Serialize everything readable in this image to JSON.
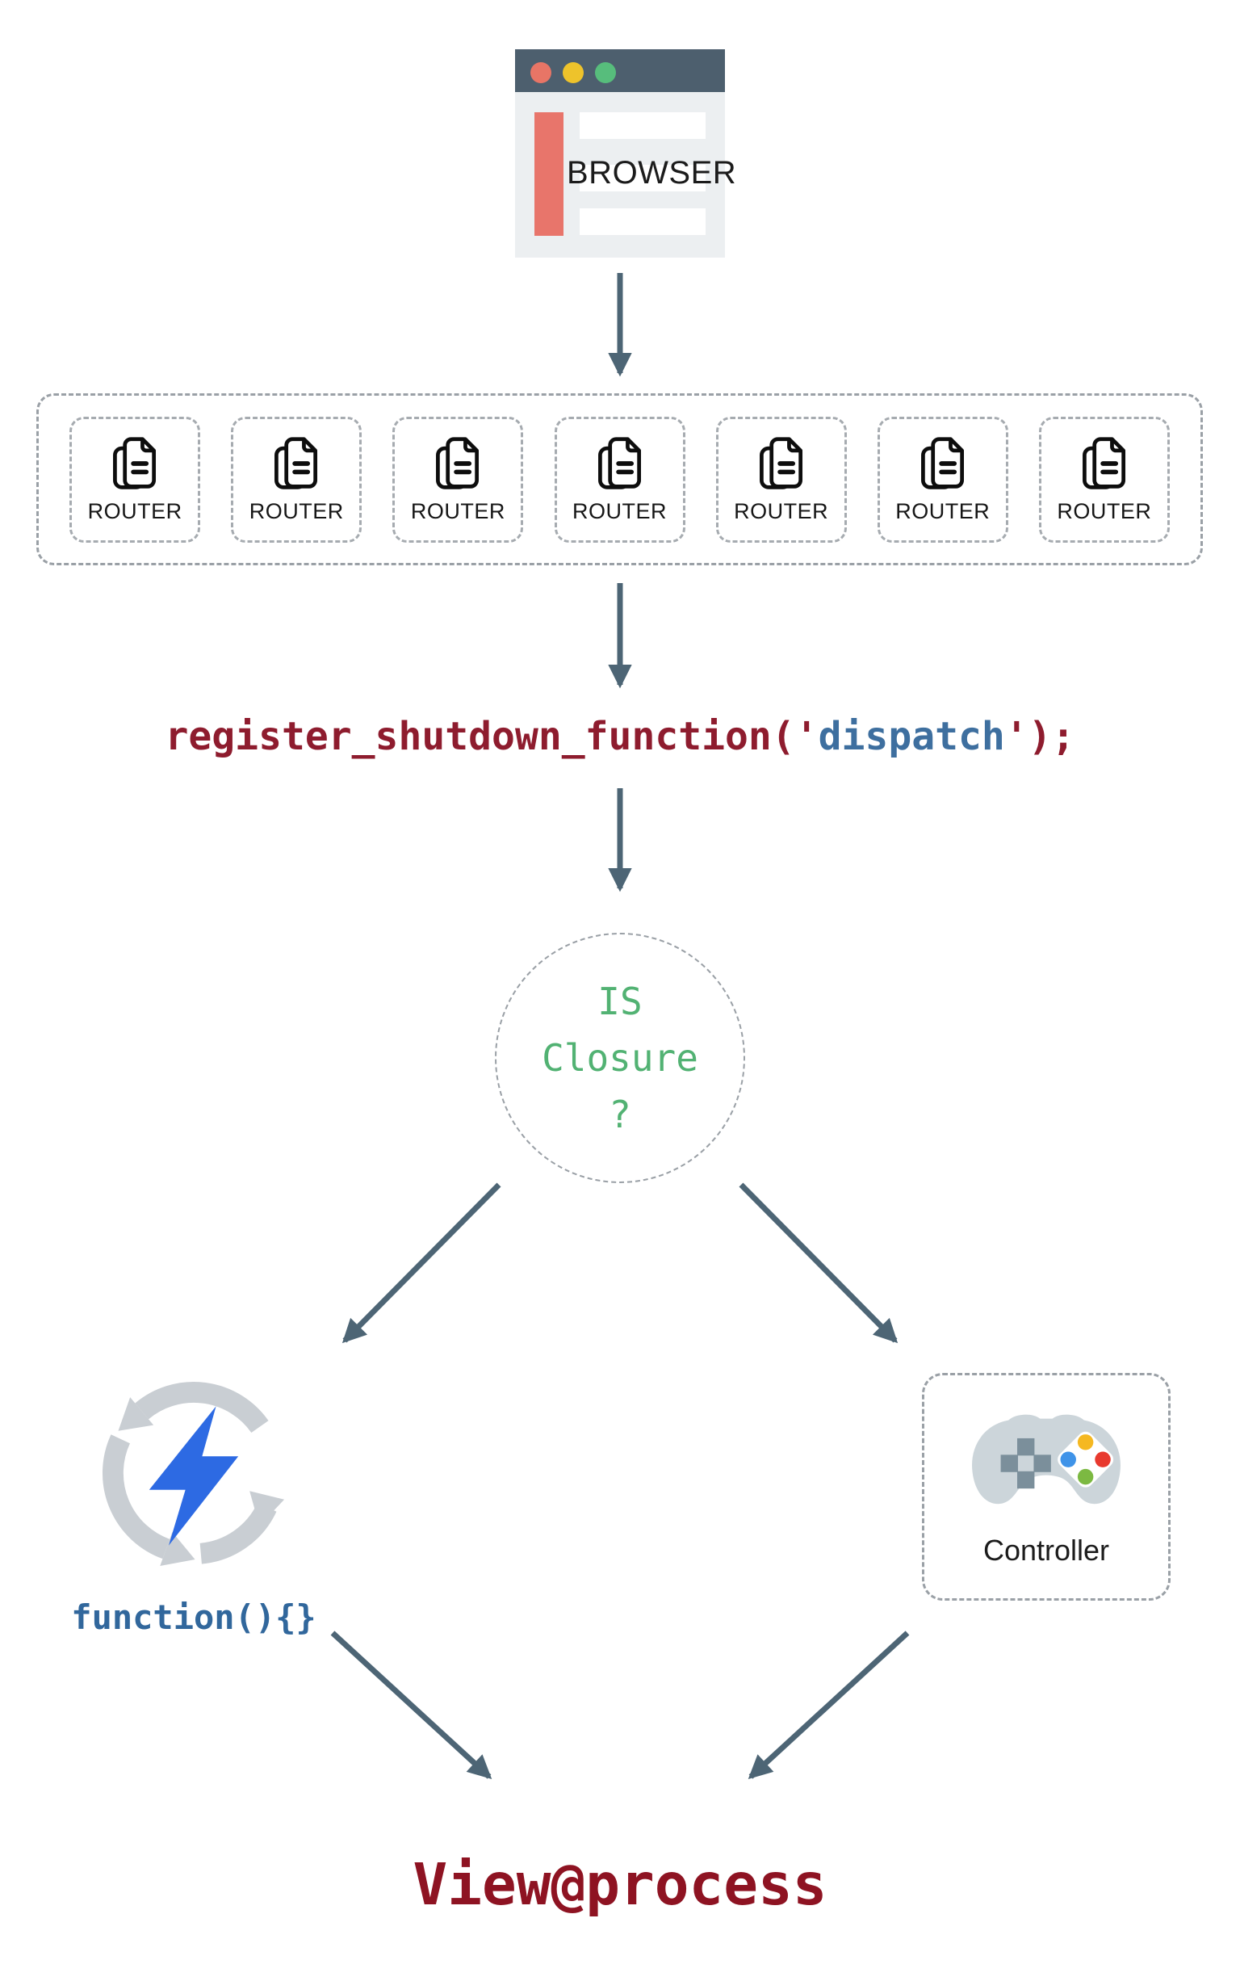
{
  "page": {
    "background": "#ffffff"
  },
  "browser": {
    "label": "BROWSER",
    "titlebar_color": "#4d5f6e",
    "dot_colors": {
      "red": "#e87566",
      "yellow": "#eec32b",
      "green": "#57bd7c"
    },
    "body_color": "#eceff1",
    "accent_bar_color": "#e8756b"
  },
  "routers": {
    "items": [
      "ROUTER",
      "ROUTER",
      "ROUTER",
      "ROUTER",
      "ROUTER",
      "ROUTER",
      "ROUTER"
    ]
  },
  "code_line": {
    "prefix": "register_shutdown_function('",
    "argument": "dispatch",
    "suffix": "');",
    "prefix_color": "#8e1c2e",
    "argument_color": "#3e6f9f"
  },
  "decision": {
    "lines": {
      "l1": "IS",
      "l2": "Closure",
      "l3": "?"
    },
    "text_color": "#52b273"
  },
  "closure_branch": {
    "label": "function(){}",
    "label_color": "#31679c",
    "bolt_color": "#2d6ae3",
    "cycle_color": "#c9ced3"
  },
  "controller_branch": {
    "label": "Controller",
    "pad_body_color": "#ccd5da",
    "dpad_color": "#7b8f9b",
    "button_colors": {
      "top": "#f5b821",
      "left": "#3f93e8",
      "right": "#e8392e",
      "bottom": "#7cb942"
    }
  },
  "result": {
    "label": "View@process",
    "color": "#8e1322"
  },
  "arrows": {
    "color": "#4d6575"
  }
}
